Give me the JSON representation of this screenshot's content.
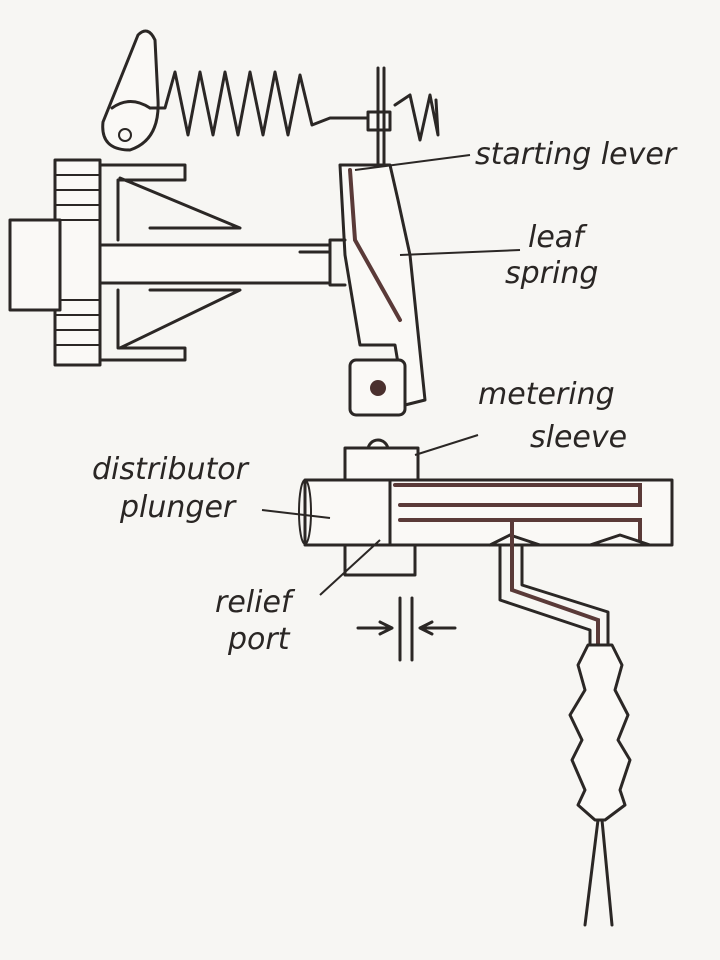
{
  "figure": {
    "labels": {
      "starting_lever": "starting lever",
      "leaf_spring_1": "leaf",
      "leaf_spring_2": "spring",
      "metering_sleeve_1": "metering",
      "metering_sleeve_2": "sleeve",
      "distributor_plunger_1": "distributor",
      "distributor_plunger_2": "plunger",
      "relief_port_1": "relief",
      "relief_port_2": "port"
    }
  }
}
